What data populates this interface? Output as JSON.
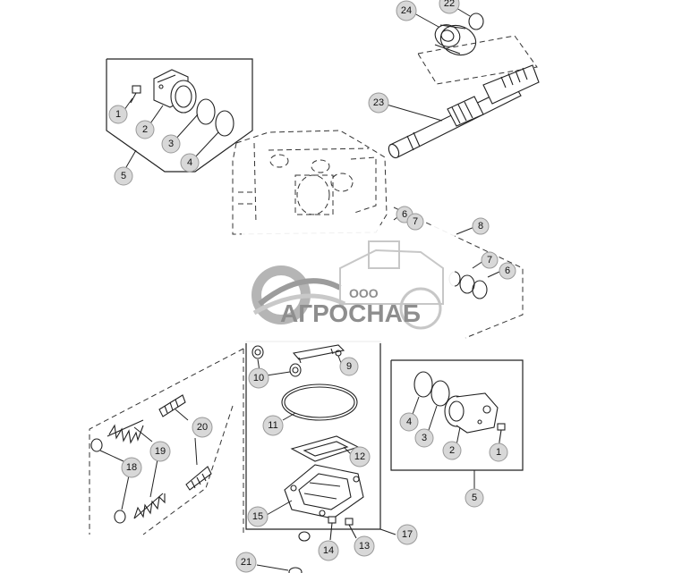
{
  "callouts": {
    "c1_left": "1",
    "c2_left": "2",
    "c3_left": "3",
    "c4_left": "4",
    "c5_left": "5",
    "c24": "24",
    "c22": "22",
    "c23": "23",
    "c6_top": "6",
    "c7_top": "7",
    "c8": "8",
    "c7_right": "7",
    "c6_right": "6",
    "c9": "9",
    "c10": "10",
    "c11": "11",
    "c12": "12",
    "c20": "20",
    "c19": "19",
    "c18": "18",
    "c15": "15",
    "c14": "14",
    "c13": "13",
    "c17": "17",
    "c21": "21",
    "c4_right": "4",
    "c3_right": "3",
    "c2_right": "2",
    "c1_right": "1",
    "c5_right": "5"
  },
  "watermark": {
    "prefix": "ООО",
    "name": "АГРОСНАБ"
  },
  "colors": {
    "callout_fill": "#d8d8d8",
    "line": "#222222",
    "watermark": "#8e8e8e"
  }
}
